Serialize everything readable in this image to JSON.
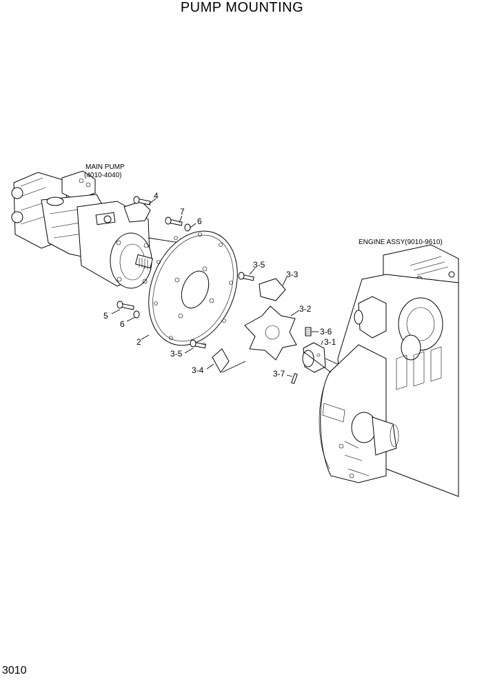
{
  "title": "PUMP MOUNTING",
  "page_number": "3010",
  "assemblies": {
    "main_pump": {
      "name": "MAIN PUMP",
      "ref": "(4010-4040)"
    },
    "engine": {
      "name": "ENGINE ASSY(9010-9610)"
    }
  },
  "callouts": {
    "c4": "4",
    "c7": "7",
    "c6a": "6",
    "c5": "5",
    "c6b": "6",
    "c2": "2",
    "c3_5a": "3-5",
    "c3_3": "3-3",
    "c3_2": "3-2",
    "c3_6": "3-6",
    "c3_1": "3-1",
    "c3_5b": "3-5",
    "c3_4": "3-4",
    "c3_7": "3-7"
  }
}
